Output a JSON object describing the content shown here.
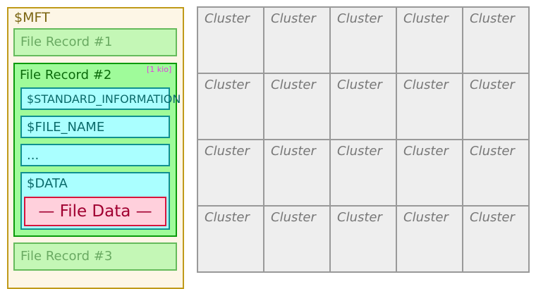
{
  "mft": {
    "title": "$MFT",
    "records": [
      {
        "label": "File Record #1"
      },
      {
        "label": "File Record #2",
        "size": "[1 kio]",
        "attributes": [
          "$STANDARD_INFORMATION",
          "$FILE_NAME",
          "...",
          "$DATA"
        ],
        "file_data": "— File Data —"
      },
      {
        "label": "File Record #3"
      }
    ]
  },
  "clusters": {
    "label": "Cluster",
    "rows": 4,
    "cols": 5
  }
}
